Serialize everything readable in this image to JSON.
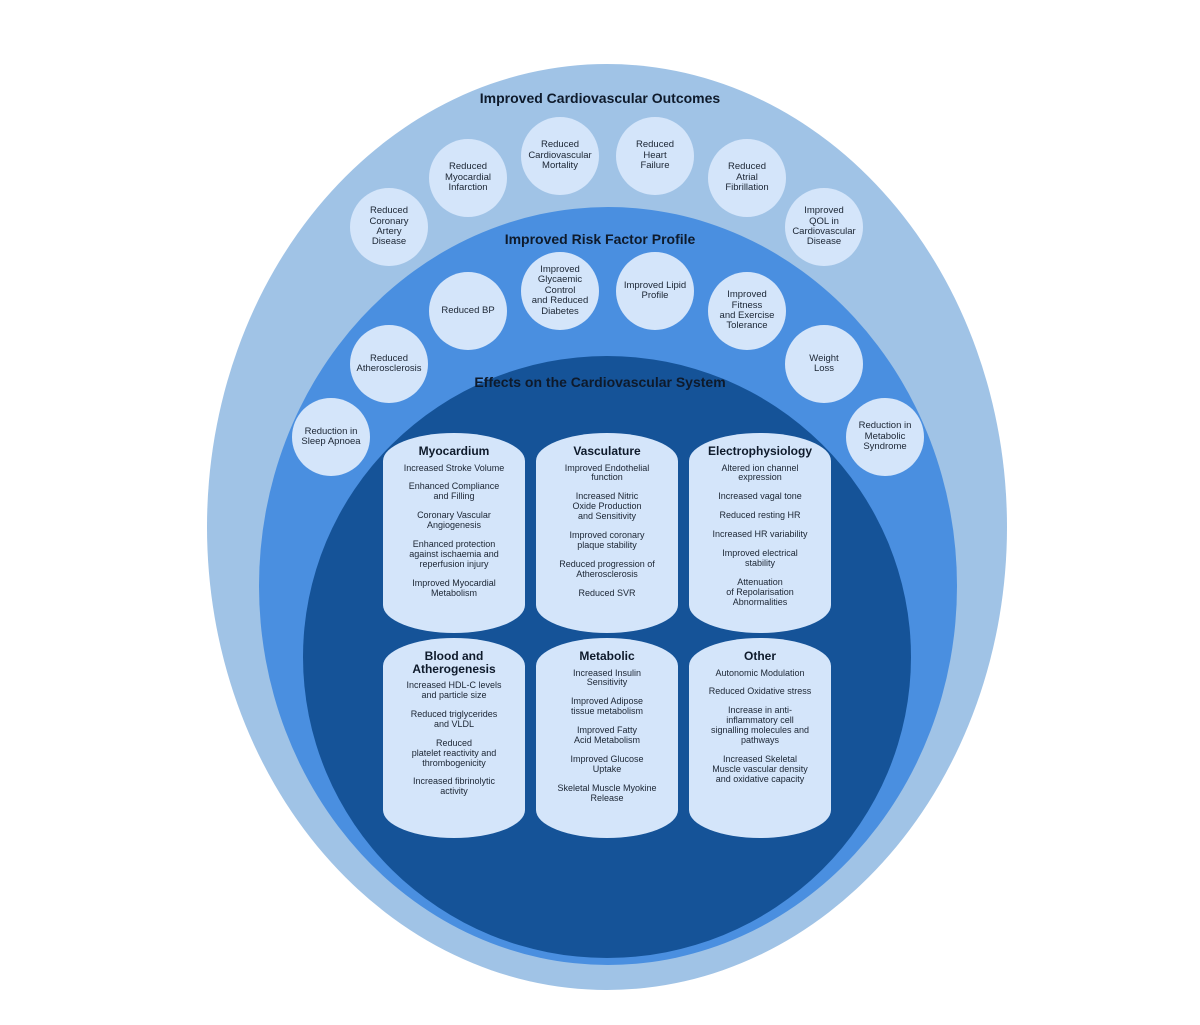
{
  "layers": {
    "outcomes_title": "Improved Cardiovascular Outcomes",
    "risk_title": "Improved Risk Factor Profile",
    "effects_title": "Effects on the Cardiovascular System"
  },
  "outcomes": [
    "Reduced\nCoronary\nArtery\nDisease",
    "Reduced\nMyocardial\nInfarction",
    "Reduced\nCardiovascular\nMortality",
    "Reduced\nHeart\nFailure",
    "Reduced\nAtrial\nFibrillation",
    "Improved\nQOL in\nCardiovascular\nDisease"
  ],
  "risk_factors": [
    "Reduction in\nSleep Apnoea",
    "Reduced\nAtherosclerosis",
    "Reduced BP",
    "Improved\nGlycaemic\nControl\nand Reduced\nDiabetes",
    "Improved Lipid\nProfile",
    "Improved\nFitness\nand Exercise\nTolerance",
    "Weight\nLoss",
    "Reduction in\nMetabolic\nSyndrome"
  ],
  "effects": [
    {
      "title": "Myocardium",
      "items": [
        "Increased Stroke Volume",
        "Enhanced Compliance\nand Filling",
        "Coronary Vascular\nAngiogenesis",
        "Enhanced protection\nagainst ischaemia and\nreperfusion injury",
        "Improved Myocardial\nMetabolism"
      ]
    },
    {
      "title": "Vasculature",
      "items": [
        "Improved Endothelial\nfunction",
        "Increased Nitric\nOxide Production\nand Sensitivity",
        "Improved coronary\nplaque stability",
        "Reduced progression of\nAtherosclerosis",
        "Reduced SVR"
      ]
    },
    {
      "title": "Electrophysiology",
      "items": [
        "Altered ion channel\nexpression",
        "Increased vagal tone",
        "Reduced resting HR",
        "Increased HR variability",
        "Improved electrical\nstability",
        "Attenuation\nof Repolarisation\nAbnormalities"
      ]
    },
    {
      "title": "Blood and\nAtherogenesis",
      "items": [
        "Increased  HDL-C levels\nand particle size",
        "Reduced triglycerides\nand VLDL",
        "Reduced\nplatelet reactivity and\nthrombogenicity",
        "Increased fibrinolytic\nactivity"
      ]
    },
    {
      "title": "Metabolic",
      "items": [
        "Increased Insulin\nSensitivity",
        "Improved Adipose\ntissue metabolism",
        "Improved Fatty\nAcid Metabolism",
        "Improved Glucose\nUptake",
        "Skeletal Muscle Myokine\nRelease"
      ]
    },
    {
      "title": "Other",
      "items": [
        "Autonomic Modulation",
        "Reduced Oxidative stress",
        "Increase in anti-\ninflammatory cell\nsignalling molecules and\npathways",
        "Increased Skeletal\nMuscle vascular density\nand oxidative capacity"
      ]
    }
  ]
}
